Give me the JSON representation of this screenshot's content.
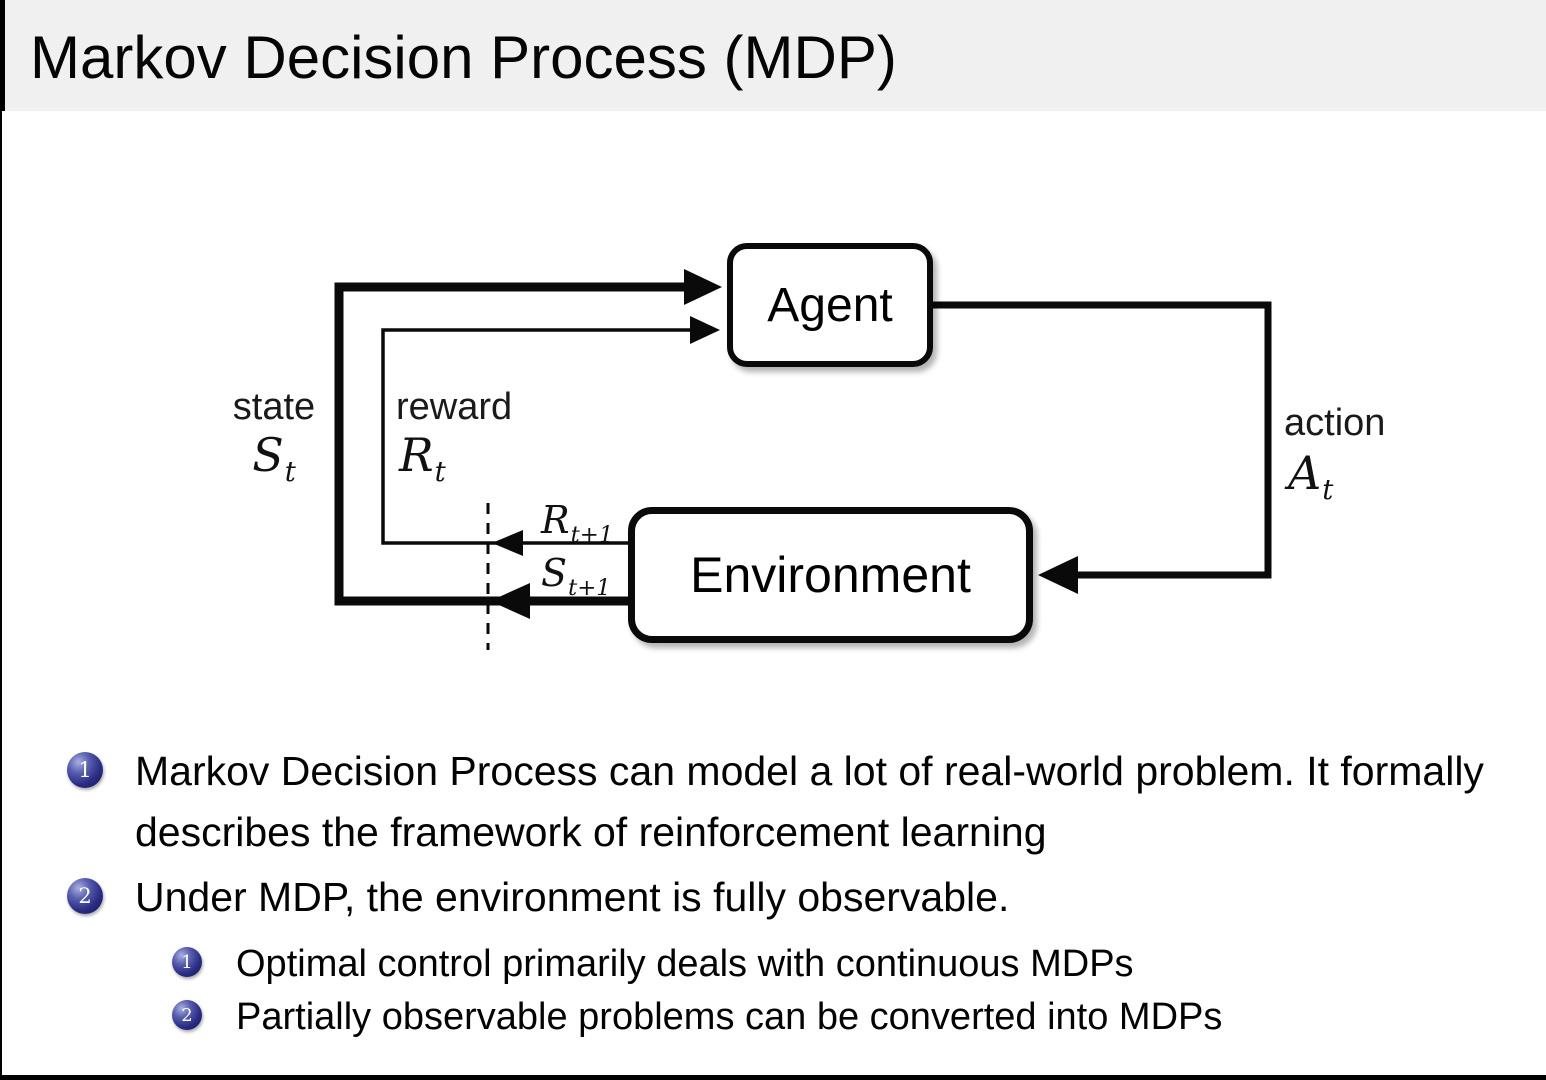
{
  "title": "Markov Decision Process (MDP)",
  "diagram": {
    "agent_label": "Agent",
    "environment_label": "Environment",
    "labels": {
      "state_word": "state",
      "reward_word": "reward",
      "action_word": "action"
    },
    "symbols": {
      "state": {
        "base": "S",
        "sub": "t"
      },
      "reward": {
        "base": "R",
        "sub": "t"
      },
      "action": {
        "base": "A",
        "sub": "t"
      },
      "next_reward": {
        "base": "R",
        "sub": "t+1"
      },
      "next_state": {
        "base": "S",
        "sub": "t+1"
      }
    }
  },
  "bullets": {
    "item1": {
      "marker": "1",
      "text": "Markov Decision Process can model a lot of real-world problem. It formally describes the framework of reinforcement learning"
    },
    "item2": {
      "marker": "2",
      "text": "Under MDP, the environment is fully observable."
    },
    "sub1": {
      "marker": "1",
      "text": "Optimal control primarily deals with continuous MDPs"
    },
    "sub2": {
      "marker": "2",
      "text": "Partially observable problems can be converted into MDPs"
    }
  },
  "colors": {
    "title_bar_bg": "#f0f0f0",
    "ball_navy": "#26277e",
    "line_black": "#0a0a0a"
  }
}
